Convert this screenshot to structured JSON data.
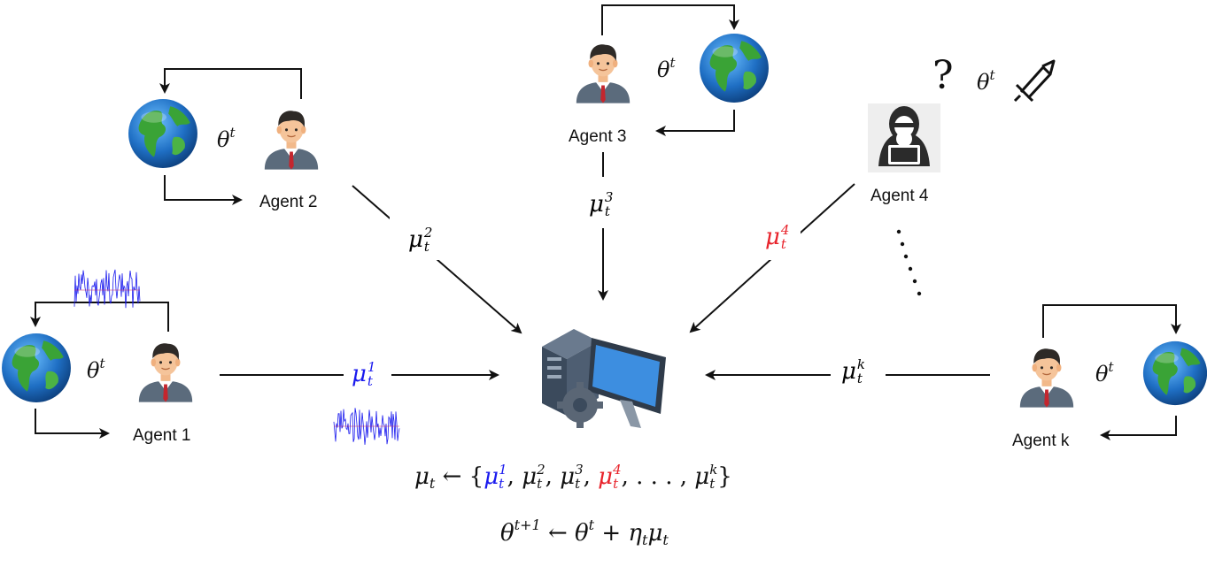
{
  "theta_symbol": "θ",
  "theta_superscript": "t",
  "agents": [
    {
      "label": "Agent 1"
    },
    {
      "label": "Agent 2"
    },
    {
      "label": "Agent 3"
    },
    {
      "label": "Agent 4"
    },
    {
      "label": "Agent k"
    }
  ],
  "messages": {
    "mu1": {
      "base": "μ",
      "sup": "1",
      "sub": "t"
    },
    "mu2": {
      "base": "μ",
      "sup": "2",
      "sub": "t"
    },
    "mu3": {
      "base": "μ",
      "sup": "3",
      "sub": "t"
    },
    "mu4": {
      "base": "μ",
      "sup": "4",
      "sub": "t"
    },
    "muk": {
      "base": "μ",
      "sup": "k",
      "sub": "t"
    }
  },
  "equations": {
    "aggregate": {
      "lhs": "μ",
      "lhs_sub": "t",
      "arrow": "←",
      "open_brace": "{",
      "ellipsis": ", . . . ,",
      "close_brace": "}",
      "comma": ","
    },
    "update": {
      "lhs": "θ",
      "lhs_sup": "t+1",
      "arrow": "←",
      "theta": "θ",
      "theta_sup": "t",
      "plus": "+",
      "eta": "η",
      "eta_sub": "t",
      "mu": "μ",
      "mu_sub": "t"
    }
  },
  "unknown_mark": "?",
  "colors": {
    "honest_noise": "#1a1aee",
    "malicious": "#e8232b",
    "globe_ocean": "#1f6fc4",
    "globe_land": "#3aa336",
    "monitor_screen": "#3d8ee0",
    "server_body": "#3b4a5c"
  },
  "icons": {
    "globe": "globe-icon",
    "person": "agent-person-icon",
    "hacker": "hacker-icon",
    "server": "server-computer-icon",
    "noise": "noise-signal-icon",
    "sword": "sword-icon"
  }
}
